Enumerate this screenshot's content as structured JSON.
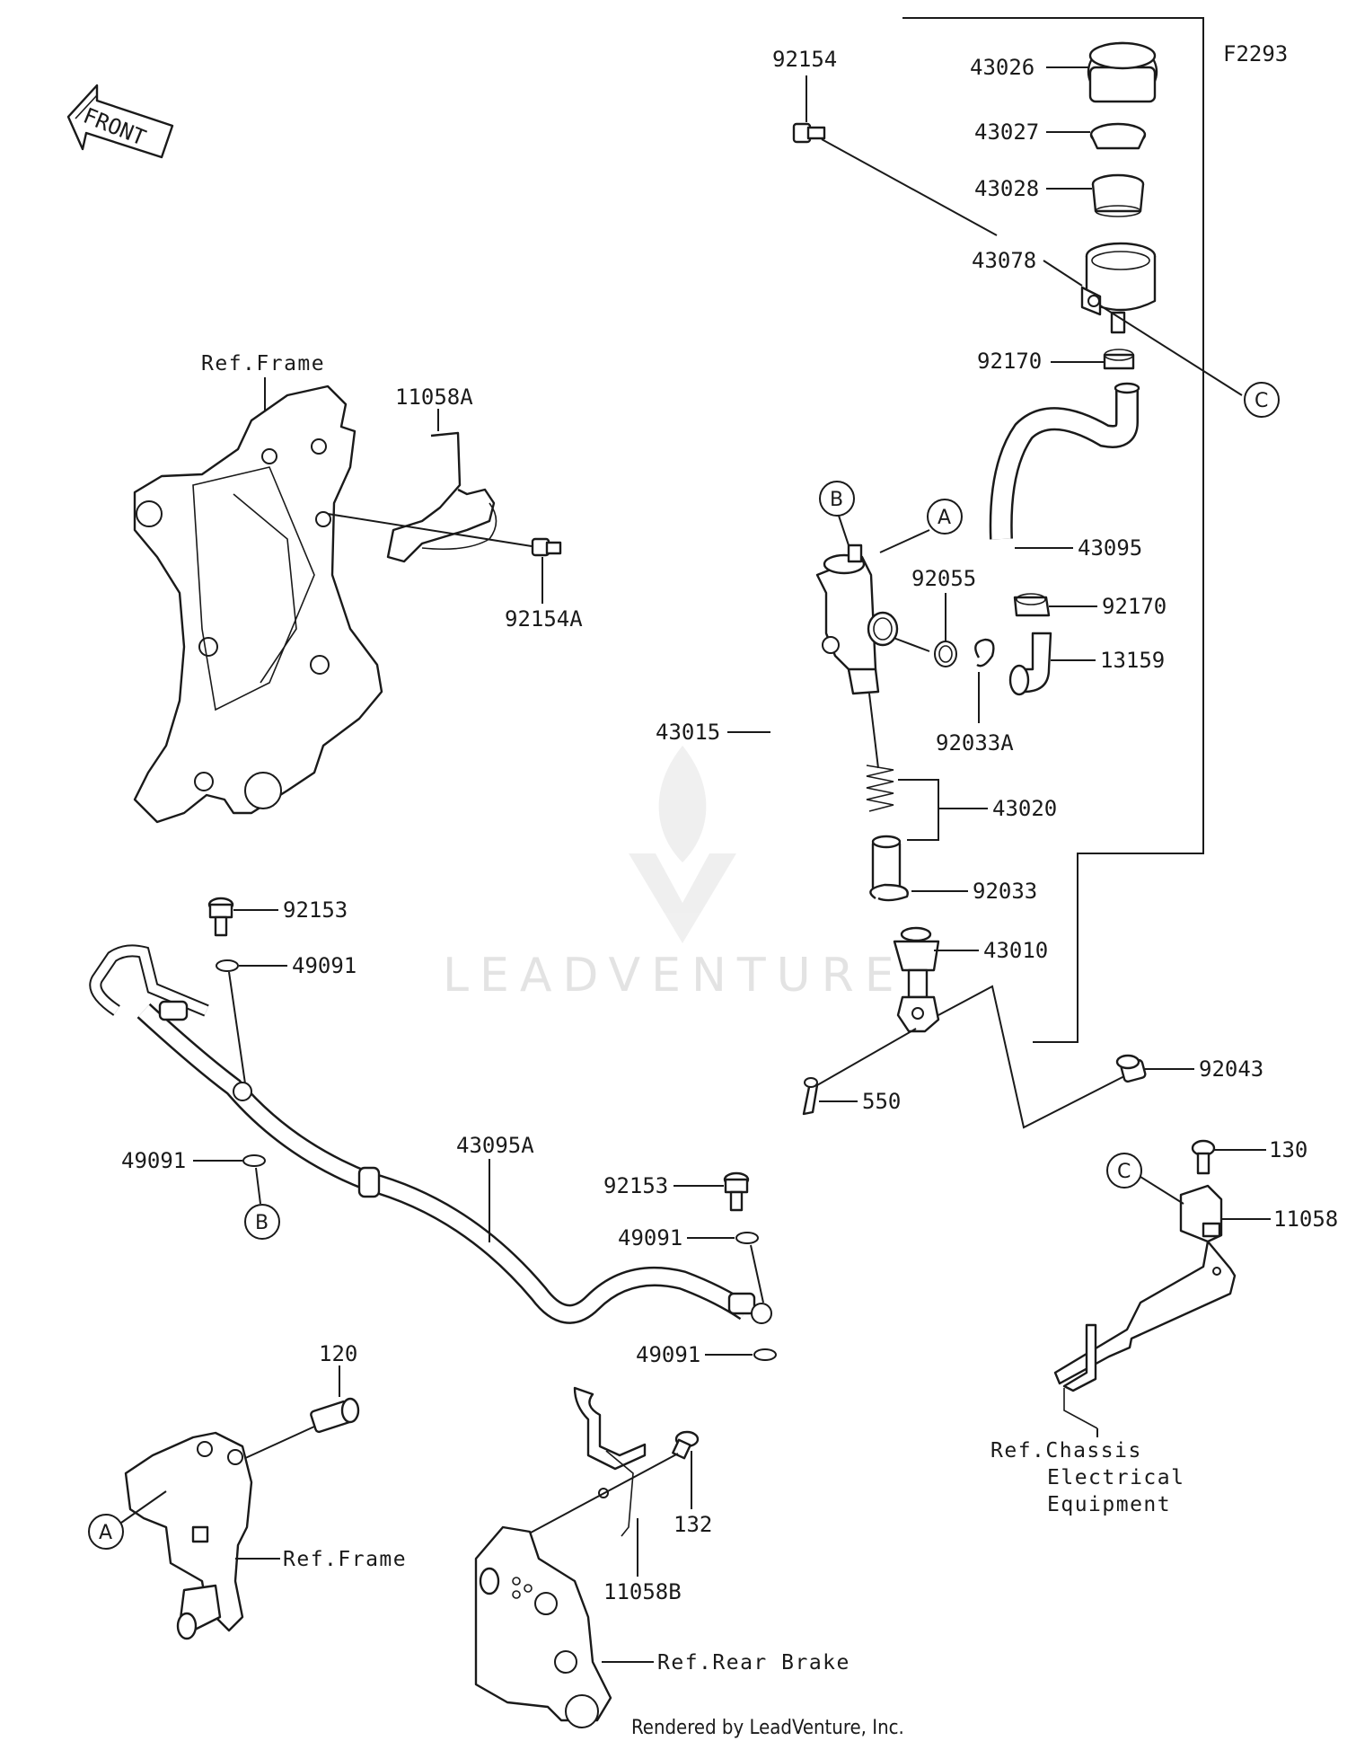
{
  "diagram_code": "F2293",
  "front_label": "FRONT",
  "watermark": "LEADVENTURE",
  "credit": "Rendered by LeadVenture, Inc.",
  "parts": {
    "p92154": "92154",
    "p43026": "43026",
    "p43027": "43027",
    "p43028": "43028",
    "p43078": "43078",
    "p92170a": "92170",
    "p43095": "43095",
    "p92170b": "92170",
    "p13159": "13159",
    "p92055": "92055",
    "p92033A": "92033A",
    "p43015": "43015",
    "p43020": "43020",
    "p92033": "92033",
    "p43010": "43010",
    "p92043": "92043",
    "p550": "550",
    "p130": "130",
    "p11058": "11058",
    "p11058A": "11058A",
    "p92154A": "92154A",
    "p92153a": "92153",
    "p49091a": "49091",
    "p49091b": "49091",
    "p43095A": "43095A",
    "p92153b": "92153",
    "p49091c": "49091",
    "p49091d": "49091",
    "p120": "120",
    "p132": "132",
    "p11058B": "11058B"
  },
  "refs": {
    "frame_top": "Ref.Frame",
    "frame_bottom": "Ref.Frame",
    "rear_brake": "Ref.Rear Brake",
    "chassis_1": "Ref.Chassis",
    "chassis_2": "Electrical",
    "chassis_3": "Equipment"
  },
  "callouts": {
    "A_top": "A",
    "B_top": "B",
    "C_top": "C",
    "B_bottom": "B",
    "C_bottom": "C",
    "A_bottom": "A"
  }
}
